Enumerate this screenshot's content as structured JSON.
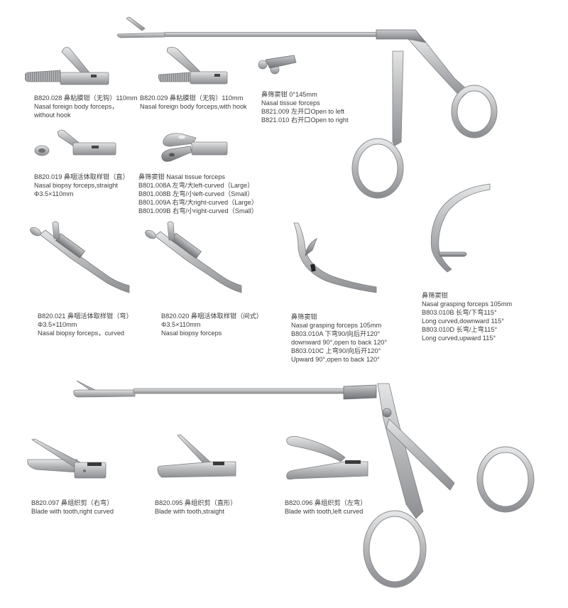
{
  "page": {
    "title": "Nasal surgical instruments catalog sheet",
    "colors": {
      "background": "#ffffff",
      "text": "#3c3c3c",
      "steel_light": "#d9dadb",
      "steel_mid": "#a9abae",
      "steel_dark": "#7d7f82"
    }
  },
  "products": {
    "p1": {
      "lines": [
        "B820.028  鼻粘膜钳（无钩）110mm",
        "Nasal foreign body forceps，",
        "without hook"
      ]
    },
    "p2": {
      "lines": [
        "B820.029  鼻粘膜钳（无钩）110mm",
        "Nasal foreign body forceps,with hook"
      ]
    },
    "p3": {
      "lines": [
        "鼻筛窦钳 0°145mm",
        "Nasal tissue forceps",
        "B821.009  左开口Open to left",
        "B821.010  右开口Open to right"
      ]
    },
    "p4": {
      "lines": [
        "B820.019  鼻咽活体取样钳（直）",
        "Nasal biopsy forceps,straight",
        "Φ3.5×110mm"
      ]
    },
    "p5": {
      "lines": [
        "鼻筛窦钳 Nasal tissue forceps",
        "B801.008A  左弯/大left-curved（Large）",
        "B801.008B  左弯/小left-curved（Small）",
        "B801.009A  右弯/大right-curved（Large）",
        "B801.009B  右弯/小right-curved（Small）"
      ]
    },
    "p6": {
      "lines": [
        "B820.021  鼻咽活体取样钳（弯）",
        "Φ3.5×110mm",
        "Nasal biopsy forceps，curved"
      ]
    },
    "p7": {
      "lines": [
        "B820.020  鼻咽活体取样钳（间式）",
        "Φ3.5×110mm",
        "Nasal biopsy forceps"
      ]
    },
    "p8": {
      "lines": [
        "鼻筛窦钳",
        "Nasal grasping forceps 105mm",
        "B803.010A  下弯90/向后开120°",
        "downward 90°,open to back 120°",
        "B803.010C  上弯90/向后开120°",
        "Upward 90°,open to back 120°"
      ]
    },
    "p9": {
      "lines": [
        "鼻筛窦钳",
        "Nasal grasping forceps 105mm",
        "B803.010B  长弯/下弯115°",
        "Long curved,downward 115°",
        "B803.010D  长弯/上弯115°",
        "Long curved,upward 115°"
      ]
    },
    "p10": {
      "lines": [
        "B820.097  鼻组织剪（右弯）",
        "Blade with tooth,right curved"
      ]
    },
    "p11": {
      "lines": [
        "B820.095  鼻组织剪（直形）",
        "Blade with tooth,straight"
      ]
    },
    "p12": {
      "lines": [
        "B820.096  鼻组织剪（左弯）",
        "Blade with tooth,left curved"
      ]
    }
  }
}
